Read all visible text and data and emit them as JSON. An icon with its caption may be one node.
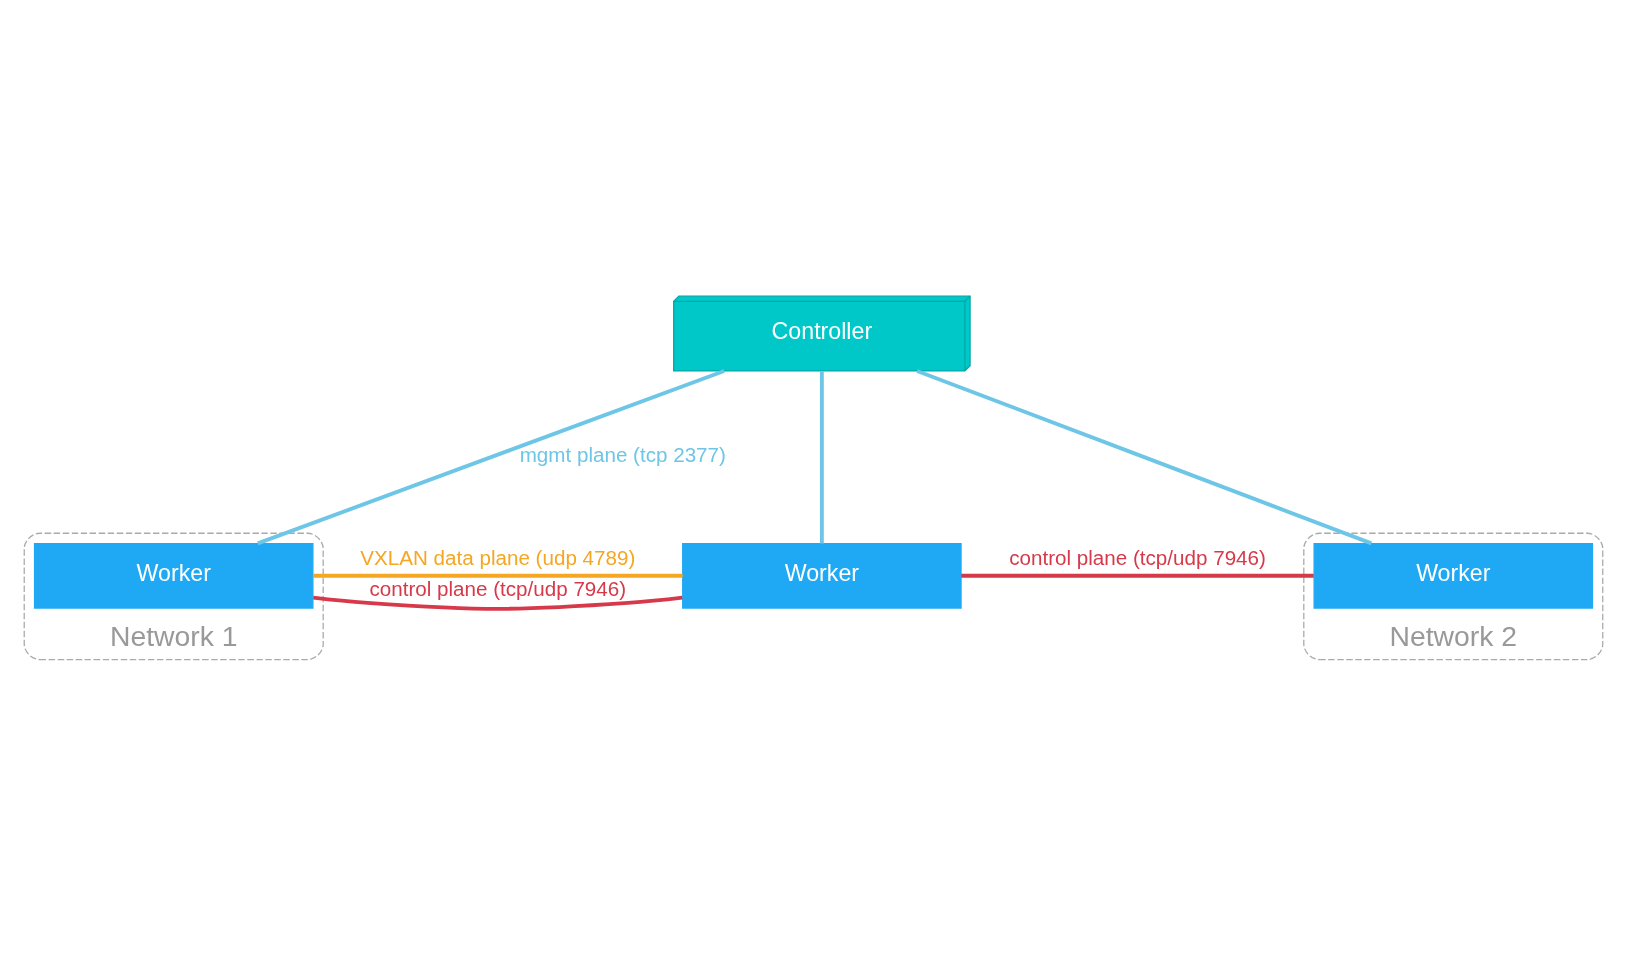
{
  "diagram": {
    "nodes": [
      {
        "text": [
          "Controller"
        ]
      },
      {
        "text": [
          "Network 1"
        ]
      },
      {
        "text": [
          "Worker"
        ],
        "in": 1
      },
      {
        "text": [
          "Worker"
        ]
      },
      {
        "text": [
          "Network 2"
        ]
      },
      {
        "text": [
          "Worker"
        ],
        "in": 4
      }
    ],
    "edges": [
      {
        "from": 0,
        "to": 2,
        "arrow": "none",
        "label": "mgmt plane (tcp 2377)"
      },
      {
        "from": 0,
        "to": 3,
        "arrow": "none"
      },
      {
        "from": 0,
        "to": 5,
        "arrow": "none"
      },
      {
        "from": 2,
        "to": 3,
        "arrow": "none",
        "label": "control plane (tcp/udp 7946)",
        "color": "#d63a4a"
      },
      {
        "from": 2,
        "to": 3,
        "arrow": "none",
        "label": "VXLAN data plane (udp 4789)",
        "color": "#f5a623"
      },
      {
        "from": 3,
        "to": 5,
        "arrow": "none",
        "label": "control plane (tcp/udp 7946)",
        "color": "#d63a4a"
      }
    ]
  }
}
